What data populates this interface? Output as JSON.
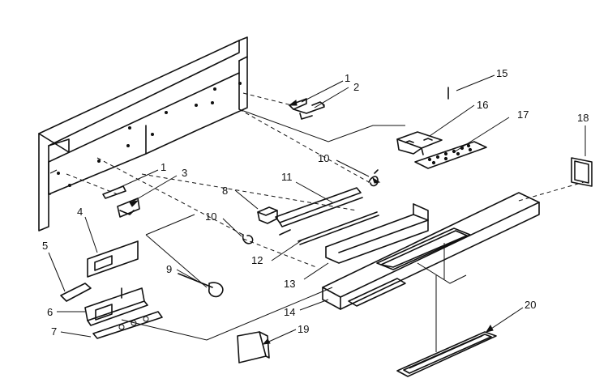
{
  "diagram": {
    "callouts": {
      "c1a": "1",
      "c2": "2",
      "c15": "15",
      "c16": "16",
      "c17": "17",
      "c18": "18",
      "c10a": "10",
      "c1b": "1",
      "c3": "3",
      "c11": "11",
      "c8": "8",
      "c4": "4",
      "c10b": "10",
      "c5": "5",
      "c12": "12",
      "c9": "9",
      "c13": "13",
      "c6": "6",
      "c14": "14",
      "c20": "20",
      "c7": "7",
      "c19": "19"
    }
  }
}
